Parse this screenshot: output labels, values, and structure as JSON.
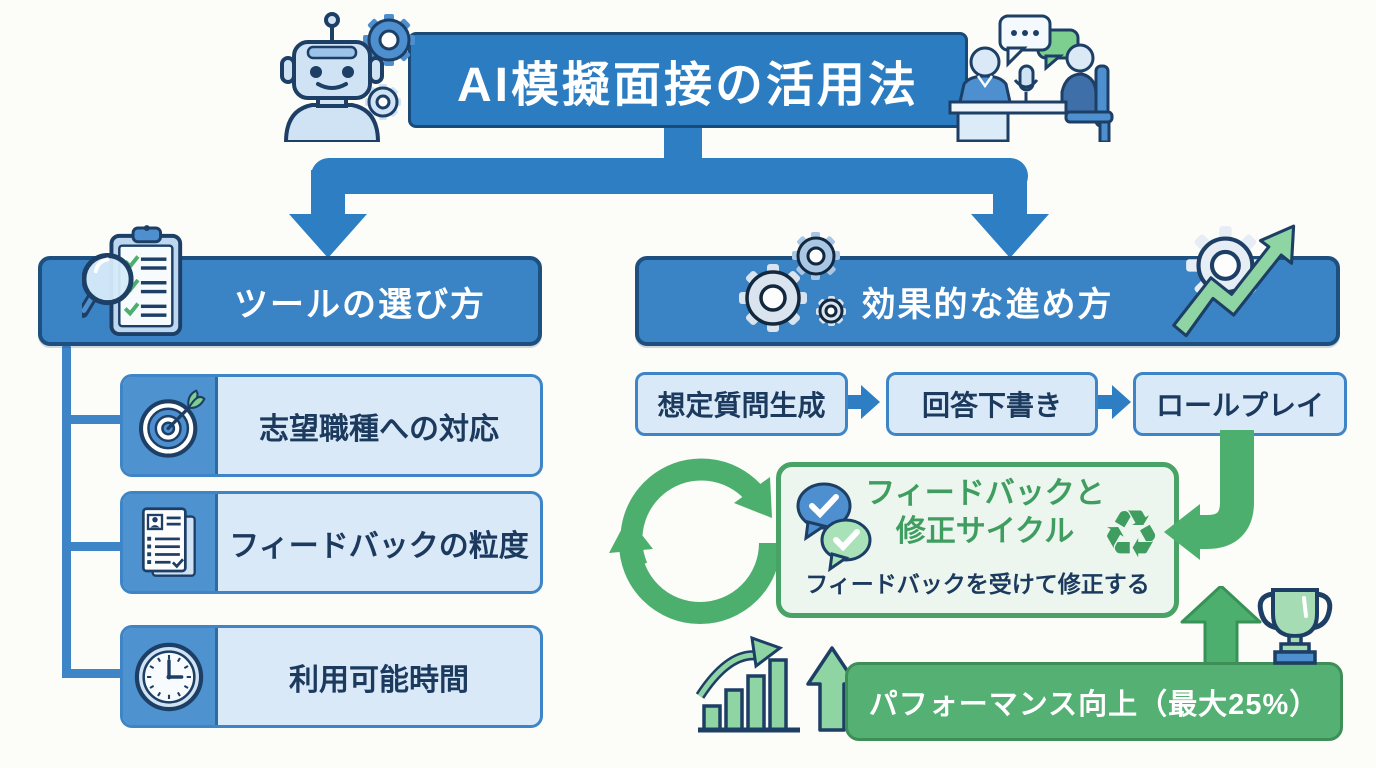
{
  "title_banner": {
    "title": "AI模擬面接の活用法"
  },
  "left_section": {
    "header": "ツールの選び方",
    "items": [
      {
        "label": "志望職種への対応",
        "icon": "target-icon"
      },
      {
        "label": "フィードバックの粒度",
        "icon": "document-icon"
      },
      {
        "label": "利用可能時間",
        "icon": "clock-icon"
      }
    ]
  },
  "right_section": {
    "header": "効果的な進め方",
    "steps": [
      {
        "label": "想定質問生成"
      },
      {
        "label": "回答下書き"
      },
      {
        "label": "ロールプレイ"
      }
    ],
    "feedback_box": {
      "title_line1": "フィードバックと",
      "title_line2": "修正サイクル",
      "subtitle": "フィードバックを受けて修正する"
    },
    "result_banner": {
      "label": "パフォーマンス向上（最大25%）"
    }
  },
  "icons": {
    "recycle_glyph": "♻"
  },
  "colors": {
    "primary_blue": "#2e7ec3",
    "header_blue": "#3a84c6",
    "dark_navy": "#1c4a7a",
    "navy_text": "#1c3a5e",
    "light_blue_bg": "#d9e9f8",
    "green": "#4caf6e",
    "green_dark": "#379257",
    "green_text": "#3f9e5f",
    "green_light_bg": "#ecf6ee",
    "green_banner": "#54b173"
  }
}
